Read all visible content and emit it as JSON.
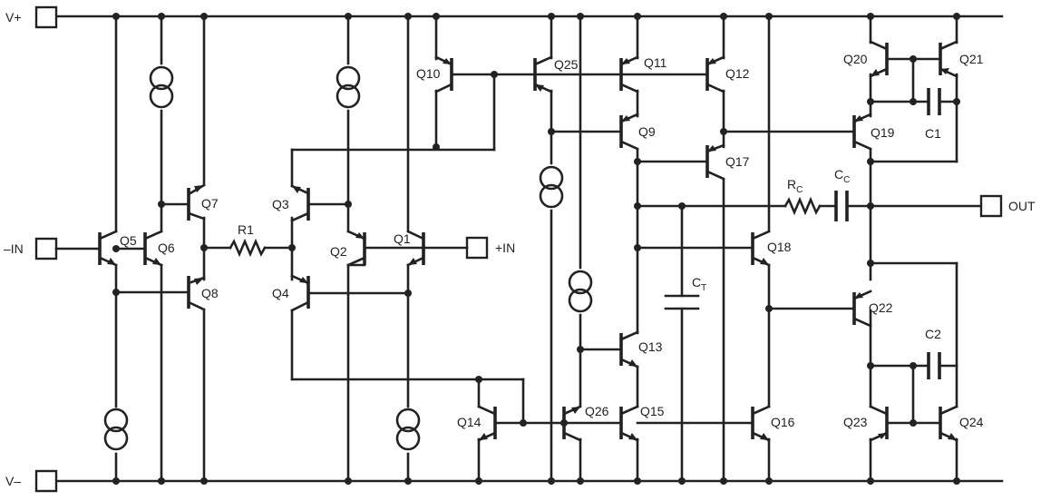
{
  "rails": {
    "vplus": "V+",
    "vminus": "V–"
  },
  "ports": {
    "inv_input": "–IN",
    "noninv_input": "+IN",
    "output": "OUT"
  },
  "transistors": [
    "Q1",
    "Q2",
    "Q3",
    "Q4",
    "Q5",
    "Q6",
    "Q7",
    "Q8",
    "Q9",
    "Q10",
    "Q11",
    "Q12",
    "Q13",
    "Q14",
    "Q15",
    "Q16",
    "Q17",
    "Q18",
    "Q19",
    "Q20",
    "Q21",
    "Q22",
    "Q23",
    "Q24",
    "Q25",
    "Q26"
  ],
  "passives": {
    "r1": "R1",
    "rc": {
      "main": "R",
      "sub": "C"
    },
    "cc": {
      "main": "C",
      "sub": "C"
    },
    "ct": {
      "main": "C",
      "sub": "T"
    },
    "c1": "C1",
    "c2": "C2"
  }
}
